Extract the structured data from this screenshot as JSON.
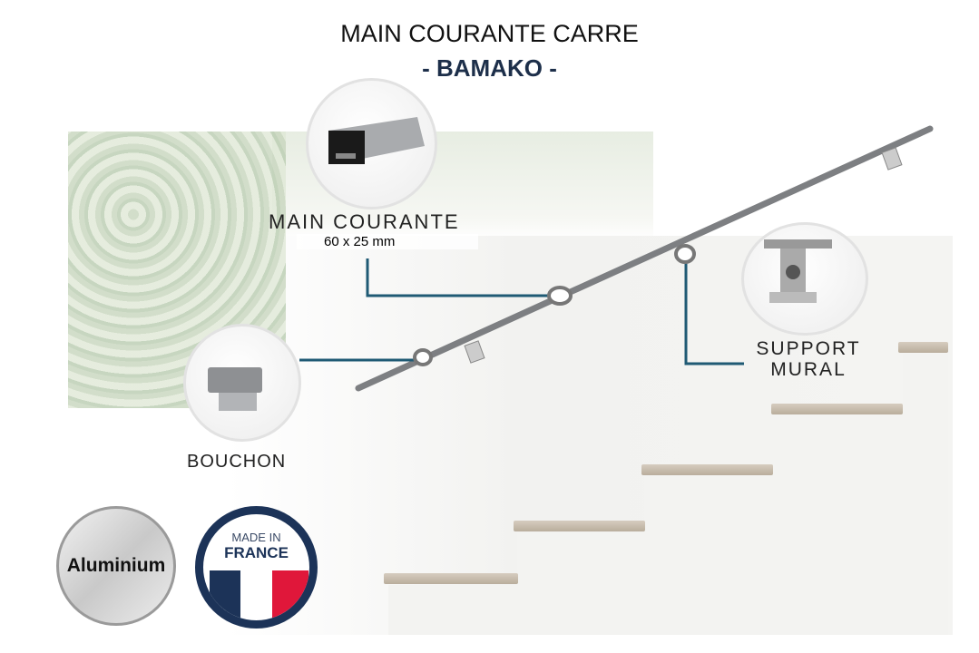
{
  "header": {
    "title": "MAIN COURANTE CARRE",
    "subtitle": "- BAMAKO -"
  },
  "callouts": {
    "main_courante": {
      "label": "MAIN COURANTE",
      "dimension": "60 x 25 mm"
    },
    "bouchon": {
      "label": "BOUCHON"
    },
    "support": {
      "line1": "SUPPORT",
      "line2": "MURAL"
    }
  },
  "badges": {
    "material": "Aluminium",
    "origin_line1": "MADE IN",
    "origin_line2": "FRANCE"
  },
  "colors": {
    "accent": "#1f5a74",
    "navy": "#1c3358",
    "red": "#e0173a"
  }
}
